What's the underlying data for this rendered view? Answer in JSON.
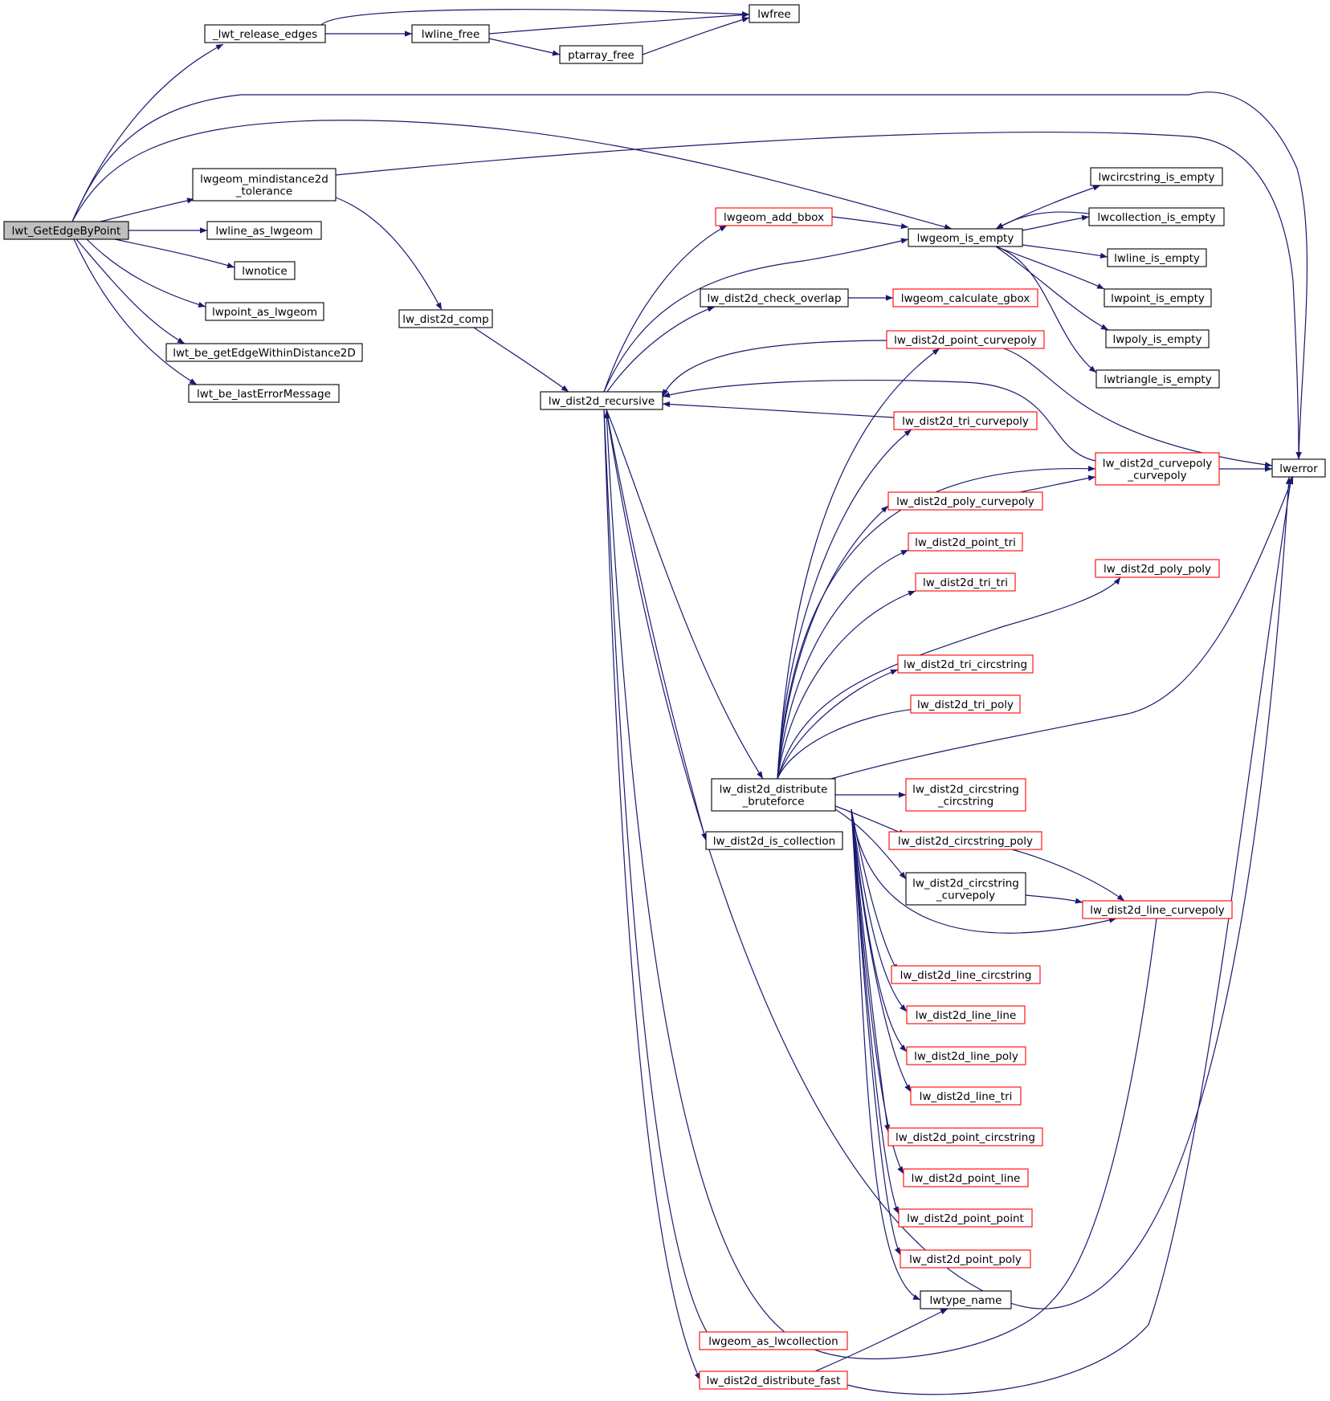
{
  "colors": {
    "edge": "#191970",
    "node_border": "#000000",
    "node_border_incomplete": "#ff0000",
    "root_fill": "#bfbfbf"
  },
  "nodes": {
    "lwt_GetEdgeByPoint": {
      "lines": [
        "lwt_GetEdgeByPoint"
      ],
      "style": "root"
    },
    "_lwt_release_edges": {
      "lines": [
        "_lwt_release_edges"
      ],
      "style": "normal"
    },
    "lwline_free": {
      "lines": [
        "lwline_free"
      ],
      "style": "normal"
    },
    "lwfree": {
      "lines": [
        "lwfree"
      ],
      "style": "normal"
    },
    "ptarray_free": {
      "lines": [
        "ptarray_free"
      ],
      "style": "normal"
    },
    "lwgeom_mindistance2d_tolerance": {
      "lines": [
        "lwgeom_mindistance2d",
        "_tolerance"
      ],
      "style": "normal"
    },
    "lwline_as_lwgeom": {
      "lines": [
        "lwline_as_lwgeom"
      ],
      "style": "normal"
    },
    "lwnotice": {
      "lines": [
        "lwnotice"
      ],
      "style": "normal"
    },
    "lwpoint_as_lwgeom": {
      "lines": [
        "lwpoint_as_lwgeom"
      ],
      "style": "normal"
    },
    "lwt_be_getEdgeWithinDistance2D": {
      "lines": [
        "lwt_be_getEdgeWithinDistance2D"
      ],
      "style": "normal"
    },
    "lwt_be_lastErrorMessage": {
      "lines": [
        "lwt_be_lastErrorMessage"
      ],
      "style": "normal"
    },
    "lw_dist2d_comp": {
      "lines": [
        "lw_dist2d_comp"
      ],
      "style": "normal"
    },
    "lw_dist2d_recursive": {
      "lines": [
        "lw_dist2d_recursive"
      ],
      "style": "normal"
    },
    "lwgeom_add_bbox": {
      "lines": [
        "lwgeom_add_bbox"
      ],
      "style": "incomplete"
    },
    "lwgeom_is_empty": {
      "lines": [
        "lwgeom_is_empty"
      ],
      "style": "normal"
    },
    "lw_dist2d_check_overlap": {
      "lines": [
        "lw_dist2d_check_overlap"
      ],
      "style": "normal"
    },
    "lwgeom_calculate_gbox": {
      "lines": [
        "lwgeom_calculate_gbox"
      ],
      "style": "incomplete"
    },
    "lwcircstring_is_empty": {
      "lines": [
        "lwcircstring_is_empty"
      ],
      "style": "normal"
    },
    "lwcollection_is_empty": {
      "lines": [
        "lwcollection_is_empty"
      ],
      "style": "normal"
    },
    "lwline_is_empty": {
      "lines": [
        "lwline_is_empty"
      ],
      "style": "normal"
    },
    "lwpoint_is_empty": {
      "lines": [
        "lwpoint_is_empty"
      ],
      "style": "normal"
    },
    "lwpoly_is_empty": {
      "lines": [
        "lwpoly_is_empty"
      ],
      "style": "normal"
    },
    "lwtriangle_is_empty": {
      "lines": [
        "lwtriangle_is_empty"
      ],
      "style": "normal"
    },
    "lwerror": {
      "lines": [
        "lwerror"
      ],
      "style": "normal"
    },
    "lw_dist2d_point_curvepoly": {
      "lines": [
        "lw_dist2d_point_curvepoly"
      ],
      "style": "incomplete"
    },
    "lw_dist2d_tri_curvepoly": {
      "lines": [
        "lw_dist2d_tri_curvepoly"
      ],
      "style": "incomplete"
    },
    "lw_dist2d_curvepoly_curvepoly": {
      "lines": [
        "lw_dist2d_curvepoly",
        "_curvepoly"
      ],
      "style": "incomplete"
    },
    "lw_dist2d_poly_curvepoly": {
      "lines": [
        "lw_dist2d_poly_curvepoly"
      ],
      "style": "incomplete"
    },
    "lw_dist2d_point_tri": {
      "lines": [
        "lw_dist2d_point_tri"
      ],
      "style": "incomplete"
    },
    "lw_dist2d_tri_tri": {
      "lines": [
        "lw_dist2d_tri_tri"
      ],
      "style": "incomplete"
    },
    "lw_dist2d_poly_poly": {
      "lines": [
        "lw_dist2d_poly_poly"
      ],
      "style": "incomplete"
    },
    "lw_dist2d_tri_circstring": {
      "lines": [
        "lw_dist2d_tri_circstring"
      ],
      "style": "incomplete"
    },
    "lw_dist2d_tri_poly": {
      "lines": [
        "lw_dist2d_tri_poly"
      ],
      "style": "incomplete"
    },
    "lw_dist2d_distribute_bruteforce": {
      "lines": [
        "lw_dist2d_distribute",
        "_bruteforce"
      ],
      "style": "normal"
    },
    "lw_dist2d_circstring_circstring": {
      "lines": [
        "lw_dist2d_circstring",
        "_circstring"
      ],
      "style": "incomplete"
    },
    "lw_dist2d_is_collection": {
      "lines": [
        "lw_dist2d_is_collection"
      ],
      "style": "normal"
    },
    "lw_dist2d_circstring_poly": {
      "lines": [
        "lw_dist2d_circstring_poly"
      ],
      "style": "incomplete"
    },
    "lw_dist2d_circstring_curvepoly": {
      "lines": [
        "lw_dist2d_circstring",
        "_curvepoly"
      ],
      "style": "normal"
    },
    "lw_dist2d_line_curvepoly": {
      "lines": [
        "lw_dist2d_line_curvepoly"
      ],
      "style": "incomplete"
    },
    "lw_dist2d_line_circstring": {
      "lines": [
        "lw_dist2d_line_circstring"
      ],
      "style": "incomplete"
    },
    "lw_dist2d_line_line": {
      "lines": [
        "lw_dist2d_line_line"
      ],
      "style": "incomplete"
    },
    "lw_dist2d_line_poly": {
      "lines": [
        "lw_dist2d_line_poly"
      ],
      "style": "incomplete"
    },
    "lw_dist2d_line_tri": {
      "lines": [
        "lw_dist2d_line_tri"
      ],
      "style": "incomplete"
    },
    "lw_dist2d_point_circstring": {
      "lines": [
        "lw_dist2d_point_circstring"
      ],
      "style": "incomplete"
    },
    "lw_dist2d_point_line": {
      "lines": [
        "lw_dist2d_point_line"
      ],
      "style": "incomplete"
    },
    "lw_dist2d_point_point": {
      "lines": [
        "lw_dist2d_point_point"
      ],
      "style": "incomplete"
    },
    "lw_dist2d_point_poly": {
      "lines": [
        "lw_dist2d_point_poly"
      ],
      "style": "incomplete"
    },
    "lwtype_name": {
      "lines": [
        "lwtype_name"
      ],
      "style": "normal"
    },
    "lwgeom_as_lwcollection": {
      "lines": [
        "lwgeom_as_lwcollection"
      ],
      "style": "incomplete"
    },
    "lw_dist2d_distribute_fast": {
      "lines": [
        "lw_dist2d_distribute_fast"
      ],
      "style": "incomplete"
    }
  },
  "edges": [
    [
      "lwt_GetEdgeByPoint",
      "_lwt_release_edges"
    ],
    [
      "lwt_GetEdgeByPoint",
      "lwgeom_mindistance2d_tolerance"
    ],
    [
      "lwt_GetEdgeByPoint",
      "lwline_as_lwgeom"
    ],
    [
      "lwt_GetEdgeByPoint",
      "lwnotice"
    ],
    [
      "lwt_GetEdgeByPoint",
      "lwpoint_as_lwgeom"
    ],
    [
      "lwt_GetEdgeByPoint",
      "lwt_be_getEdgeWithinDistance2D"
    ],
    [
      "lwt_GetEdgeByPoint",
      "lwt_be_lastErrorMessage"
    ],
    [
      "lwt_GetEdgeByPoint",
      "lwerror"
    ],
    [
      "lwt_GetEdgeByPoint",
      "lwgeom_is_empty"
    ],
    [
      "_lwt_release_edges",
      "lwline_free"
    ],
    [
      "_lwt_release_edges",
      "lwfree"
    ],
    [
      "lwline_free",
      "lwfree"
    ],
    [
      "lwline_free",
      "ptarray_free"
    ],
    [
      "ptarray_free",
      "lwfree"
    ],
    [
      "lwgeom_mindistance2d_tolerance",
      "lw_dist2d_comp"
    ],
    [
      "lwgeom_mindistance2d_tolerance",
      "lwerror"
    ],
    [
      "lw_dist2d_comp",
      "lw_dist2d_recursive"
    ],
    [
      "lw_dist2d_recursive",
      "lwgeom_add_bbox"
    ],
    [
      "lw_dist2d_recursive",
      "lwgeom_is_empty"
    ],
    [
      "lw_dist2d_recursive",
      "lw_dist2d_check_overlap"
    ],
    [
      "lw_dist2d_recursive",
      "lw_dist2d_distribute_bruteforce"
    ],
    [
      "lw_dist2d_recursive",
      "lw_dist2d_is_collection"
    ],
    [
      "lw_dist2d_recursive",
      "lwerror"
    ],
    [
      "lw_dist2d_recursive",
      "lwgeom_as_lwcollection"
    ],
    [
      "lw_dist2d_recursive",
      "lw_dist2d_distribute_fast"
    ],
    [
      "lwgeom_add_bbox",
      "lwgeom_is_empty"
    ],
    [
      "lwgeom_is_empty",
      "lwcircstring_is_empty"
    ],
    [
      "lwgeom_is_empty",
      "lwcollection_is_empty"
    ],
    [
      "lwgeom_is_empty",
      "lwline_is_empty"
    ],
    [
      "lwgeom_is_empty",
      "lwpoint_is_empty"
    ],
    [
      "lwgeom_is_empty",
      "lwpoly_is_empty"
    ],
    [
      "lwgeom_is_empty",
      "lwtriangle_is_empty"
    ],
    [
      "lwcollection_is_empty",
      "lwgeom_is_empty"
    ],
    [
      "lw_dist2d_check_overlap",
      "lwgeom_calculate_gbox"
    ],
    [
      "lw_dist2d_point_curvepoly",
      "lw_dist2d_recursive"
    ],
    [
      "lw_dist2d_point_curvepoly",
      "lwerror"
    ],
    [
      "lw_dist2d_tri_curvepoly",
      "lw_dist2d_recursive"
    ],
    [
      "lw_dist2d_curvepoly_curvepoly",
      "lw_dist2d_recursive"
    ],
    [
      "lw_dist2d_curvepoly_curvepoly",
      "lwerror"
    ],
    [
      "lw_dist2d_poly_curvepoly",
      "lw_dist2d_curvepoly_curvepoly"
    ],
    [
      "lw_dist2d_poly_poly",
      "lwerror"
    ],
    [
      "lw_dist2d_distribute_bruteforce",
      "lw_dist2d_point_curvepoly"
    ],
    [
      "lw_dist2d_distribute_bruteforce",
      "lw_dist2d_tri_curvepoly"
    ],
    [
      "lw_dist2d_distribute_bruteforce",
      "lw_dist2d_curvepoly_curvepoly"
    ],
    [
      "lw_dist2d_distribute_bruteforce",
      "lw_dist2d_poly_curvepoly"
    ],
    [
      "lw_dist2d_distribute_bruteforce",
      "lw_dist2d_point_tri"
    ],
    [
      "lw_dist2d_distribute_bruteforce",
      "lw_dist2d_tri_tri"
    ],
    [
      "lw_dist2d_distribute_bruteforce",
      "lw_dist2d_poly_poly"
    ],
    [
      "lw_dist2d_distribute_bruteforce",
      "lw_dist2d_tri_circstring"
    ],
    [
      "lw_dist2d_distribute_bruteforce",
      "lw_dist2d_tri_poly"
    ],
    [
      "lw_dist2d_distribute_bruteforce",
      "lwerror"
    ],
    [
      "lw_dist2d_distribute_bruteforce",
      "lw_dist2d_circstring_circstring"
    ],
    [
      "lw_dist2d_distribute_bruteforce",
      "lw_dist2d_circstring_poly"
    ],
    [
      "lw_dist2d_distribute_bruteforce",
      "lw_dist2d_circstring_curvepoly"
    ],
    [
      "lw_dist2d_distribute_bruteforce",
      "lw_dist2d_line_curvepoly"
    ],
    [
      "lw_dist2d_distribute_bruteforce",
      "lw_dist2d_line_circstring"
    ],
    [
      "lw_dist2d_distribute_bruteforce",
      "lw_dist2d_line_line"
    ],
    [
      "lw_dist2d_distribute_bruteforce",
      "lw_dist2d_line_poly"
    ],
    [
      "lw_dist2d_distribute_bruteforce",
      "lw_dist2d_line_tri"
    ],
    [
      "lw_dist2d_distribute_bruteforce",
      "lw_dist2d_point_circstring"
    ],
    [
      "lw_dist2d_distribute_bruteforce",
      "lw_dist2d_point_line"
    ],
    [
      "lw_dist2d_distribute_bruteforce",
      "lw_dist2d_point_point"
    ],
    [
      "lw_dist2d_distribute_bruteforce",
      "lw_dist2d_point_poly"
    ],
    [
      "lw_dist2d_distribute_bruteforce",
      "lwtype_name"
    ],
    [
      "lw_dist2d_circstring_poly",
      "lw_dist2d_line_curvepoly"
    ],
    [
      "lw_dist2d_circstring_curvepoly",
      "lw_dist2d_line_curvepoly"
    ],
    [
      "lw_dist2d_line_curvepoly",
      "lw_dist2d_recursive"
    ],
    [
      "lw_dist2d_distribute_fast",
      "lwtype_name"
    ],
    [
      "lw_dist2d_distribute_fast",
      "lwerror"
    ]
  ]
}
